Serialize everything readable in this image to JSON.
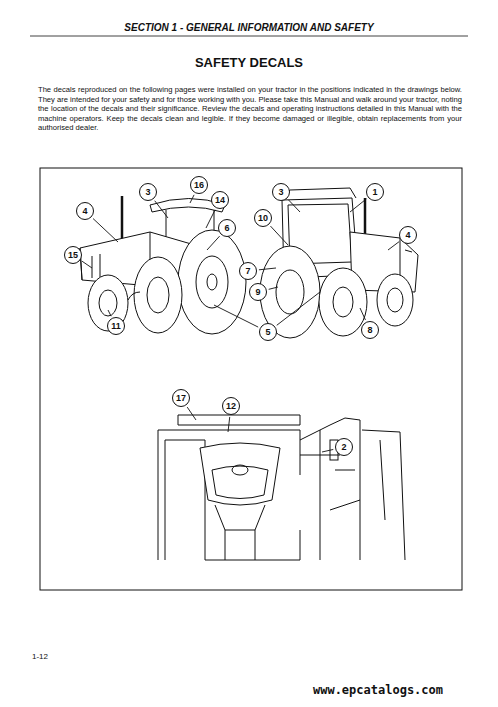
{
  "diagram": {
    "title": "SAFETY DECALS",
    "labels": [
      "SECTION 1 - GENERAL INFORMATION AND SAFETY",
      "The decals reproduced on the following pages were installed on your tractor in the positions indicated in the drawings below. They are intended for your safety and for those working with you. Please take this Manual and walk around your tractor, noting the location of the decals and their significance. Review the decals and operating instructions detailed in this Manual with the machine operators. Keep the decals clean and legible. If they become damaged or illegible, obtain replacements from your authorised dealer.",
      "3",
      "16",
      "14",
      "4",
      "15",
      "11",
      "3",
      "1",
      "10",
      "6",
      "4",
      "7",
      "9",
      "5",
      "8",
      "17",
      "12",
      "2",
      "1-12",
      "www.epcatalogs.com"
    ]
  }
}
